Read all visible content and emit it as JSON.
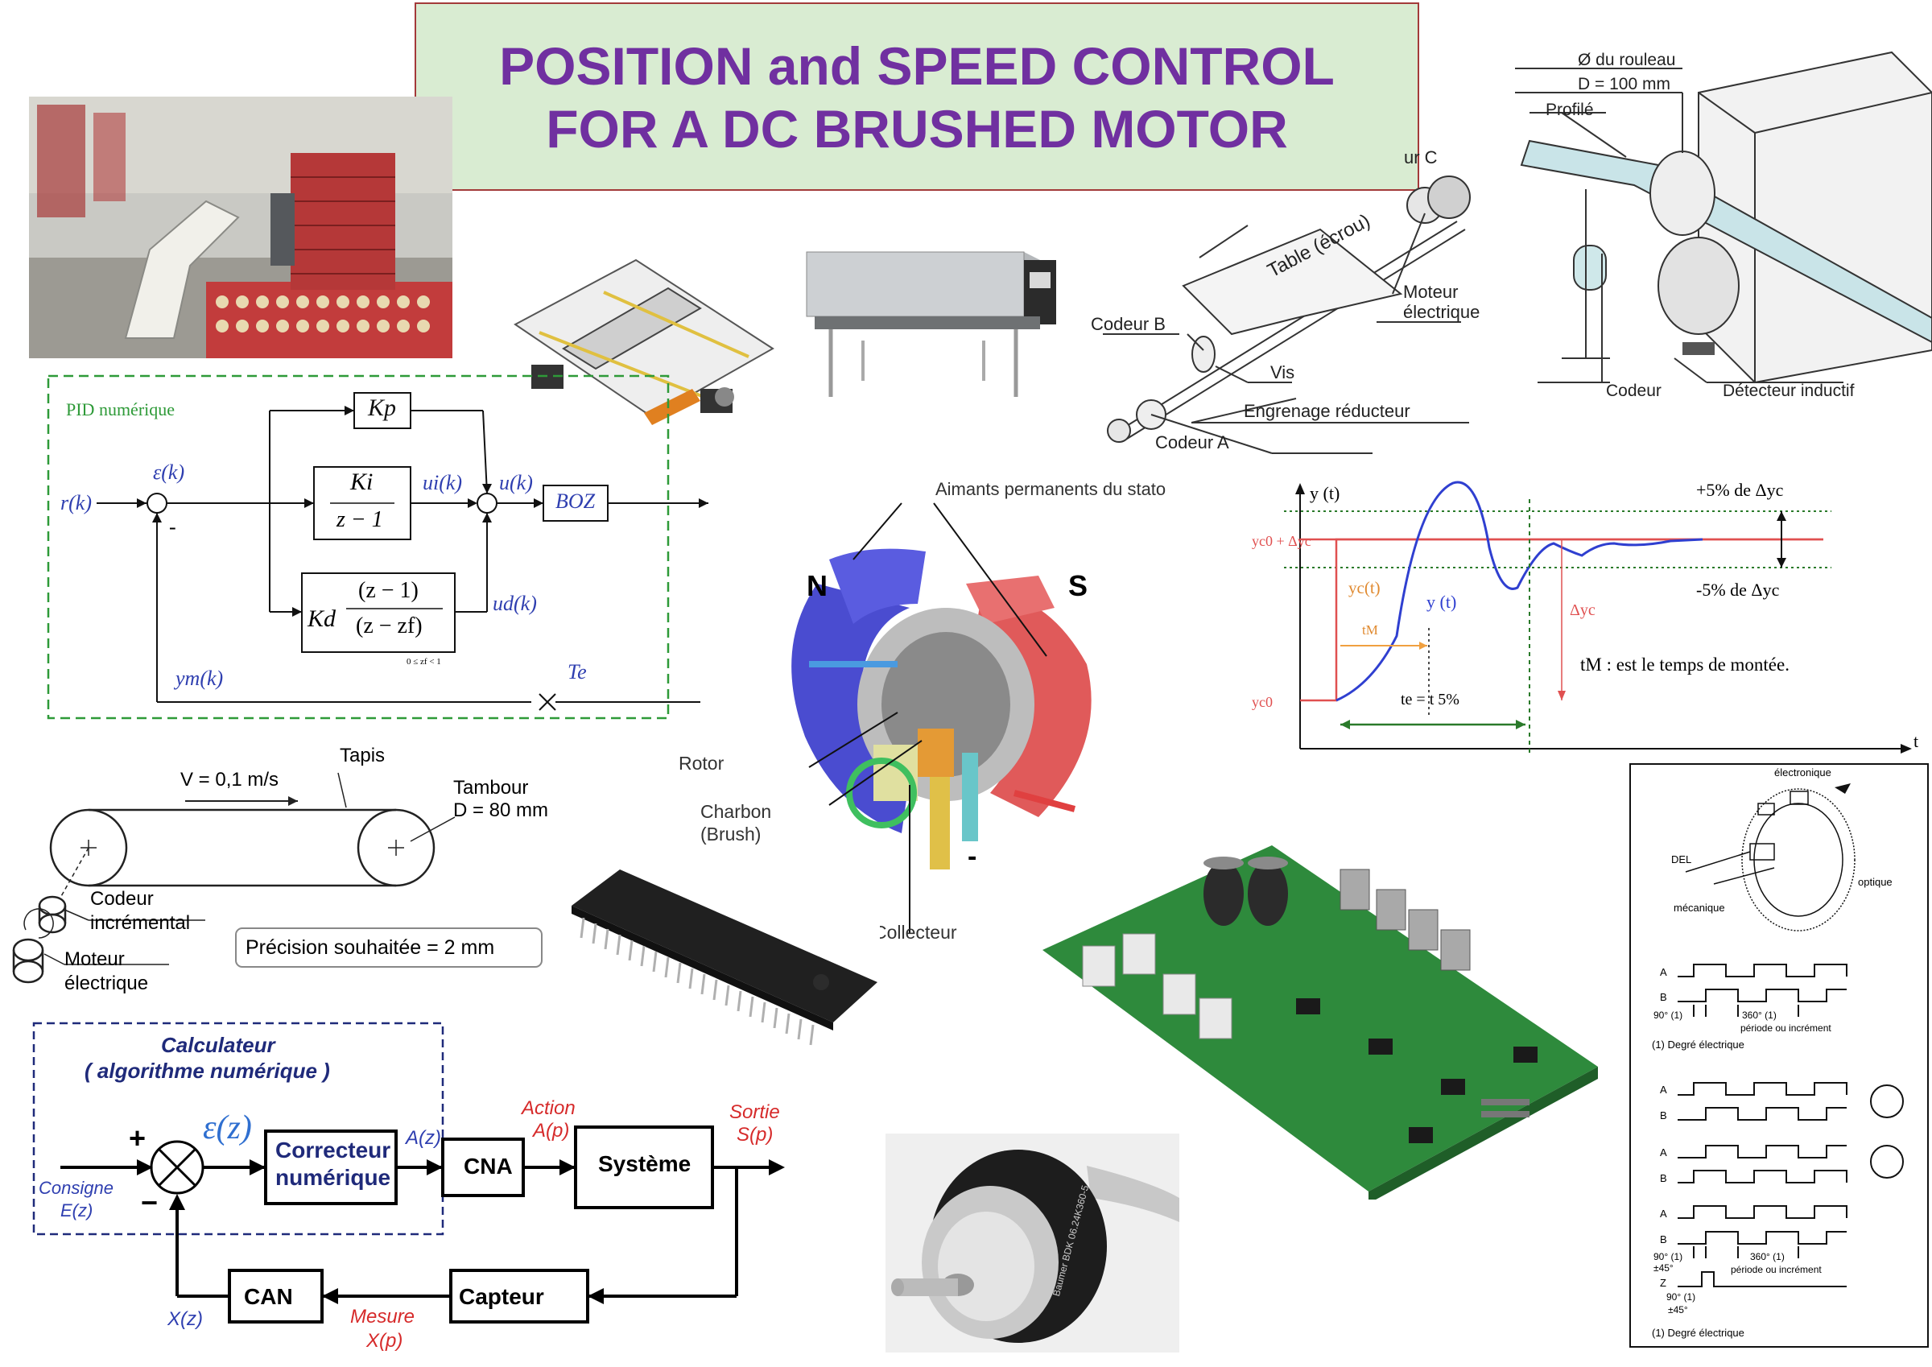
{
  "title": {
    "line1": "POSITION and SPEED CONTROL",
    "line2": "FOR A DC BRUSHED MOTOR"
  },
  "pid": {
    "frame_label": "PID numérique",
    "kp": "Kp",
    "ki_num": "Ki",
    "ki_den": "z − 1",
    "kd_gain": "Kd",
    "kd_num": "(z − 1)",
    "kd_den": "(z − zf)",
    "kd_cond": "0 ≤ zf < 1",
    "r": "r(k)",
    "eps": "ε(k)",
    "minus": "-",
    "ui": "ui(k)",
    "u": "u(k)",
    "ud": "ud(k)",
    "boz": "BOZ",
    "ym": "ym(k)",
    "te": "Te"
  },
  "conveyor": {
    "speed": "V = 0,1 m/s",
    "tapis": "Tapis",
    "tambour1": "Tambour",
    "tambour2": "D = 80 mm",
    "codeur1": "Codeur",
    "codeur2": "incrémental",
    "moteur1": "Moteur",
    "moteur2": "électrique",
    "precision": "Précision souhaitée = 2 mm"
  },
  "loop": {
    "calc1": "Calculateur",
    "calc2": "( algorithme numérique )",
    "eps": "ε(z)",
    "plus": "+",
    "minus": "−",
    "correcteur1": "Correcteur",
    "correcteur2": "numérique",
    "az": "A(z)",
    "cna": "CNA",
    "action1": "Action",
    "action2": "A(p)",
    "systeme": "Système",
    "sortie1": "Sortie",
    "sortie2": "S(p)",
    "consigne1": "Consigne",
    "consigne2": "E(z)",
    "can": "CAN",
    "capteur": "Capteur",
    "mesure1": "Mesure",
    "mesure2": "X(p)",
    "xz": "X(z)"
  },
  "axis": {
    "cur": "ur C",
    "table": "Table (écrou)",
    "codeur_b": "Codeur B",
    "vis": "Vis",
    "moteur1": "Moteur",
    "moteur2": "électrique",
    "engrenage": "Engrenage réducteur",
    "codeur_a": "Codeur A"
  },
  "roller": {
    "diam1": "Ø du rouleau",
    "diam2": "D = 100 mm",
    "profile": "Profilé",
    "codeur": "Codeur",
    "detecteur": "Détecteur inductif"
  },
  "motor": {
    "aimants": "Aimants permanents du stato",
    "n": "N",
    "s": "S",
    "rotor": "Rotor",
    "charbon1": "Charbon",
    "charbon2": "(Brush)",
    "collecteur": "Collecteur",
    "minus": "-"
  },
  "response": {
    "y": "y (t)",
    "t": "t",
    "plus5": "+5% de Δyc",
    "minus5": "-5% de Δyc",
    "yc0_dyc": "yc0 + Δyc",
    "yc0": "yc0",
    "yct": "yc(t)",
    "yt": "y (t)",
    "tm": "tM",
    "dyc": "Δyc",
    "te": "te = t 5%",
    "tm_def": "tM : est le temps de montée."
  },
  "encoder": {
    "electronique": "électronique",
    "del": "DEL",
    "optique": "optique",
    "mecanique": "mécanique",
    "a": "A",
    "b": "B",
    "z": "Z",
    "deg90": "90° (1)",
    "deg360": "360° (1)",
    "periode": "période ou incrément",
    "degre": "(1) Degré électrique",
    "pm45": "±45°"
  },
  "photo_encoder": {
    "text": "Baumer BDK 06.24K360-5"
  },
  "colors": {
    "title": "#7030a0",
    "title_bg": "#d9ecd2",
    "pid_green": "#2e9a38",
    "blue_text": "#2f3fb0",
    "red_text": "#d62a2a"
  }
}
